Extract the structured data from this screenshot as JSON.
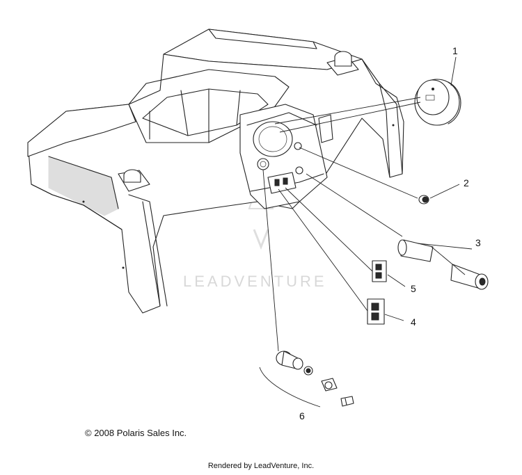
{
  "watermark": {
    "text": "LEADVENTURE"
  },
  "callouts": [
    {
      "id": "1",
      "label": "1"
    },
    {
      "id": "2",
      "label": "2"
    },
    {
      "id": "3",
      "label": "3"
    },
    {
      "id": "4",
      "label": "4"
    },
    {
      "id": "5",
      "label": "5"
    },
    {
      "id": "6",
      "label": "6"
    }
  ],
  "footer": {
    "copyright": "© 2008 Polaris Sales Inc.",
    "rendered_by": "Rendered by LeadVenture, Inc."
  }
}
